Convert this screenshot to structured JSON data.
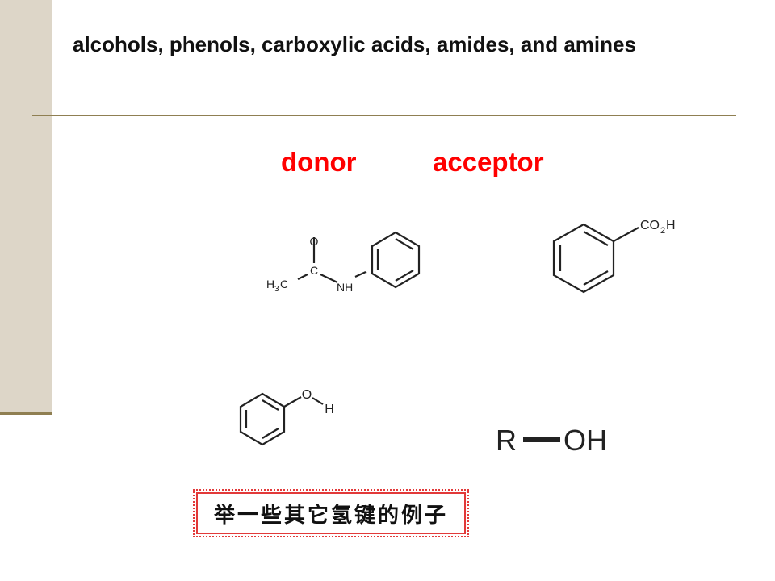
{
  "slide": {
    "title": "alcohols, phenols, carboxylic acids, amides, and amines",
    "donor_label": "donor",
    "acceptor_label": "acceptor",
    "note": "举一些其它氢键的例子",
    "accent_color": "#ff0000",
    "rule_color": "#8f7f52",
    "sidebar_color": "#ddd6c8"
  },
  "molecules": {
    "acetanilide": {
      "o": "O",
      "c": "C",
      "h3c_h": "H",
      "h3c_3": "3",
      "h3c_c": "C",
      "nh": "NH"
    },
    "benzoic_acid": {
      "co": "CO",
      "sub": "2",
      "h": "H"
    },
    "phenol": {
      "o": "O",
      "h": "H"
    },
    "alcohol": {
      "r": "R",
      "oh": "OH"
    }
  }
}
